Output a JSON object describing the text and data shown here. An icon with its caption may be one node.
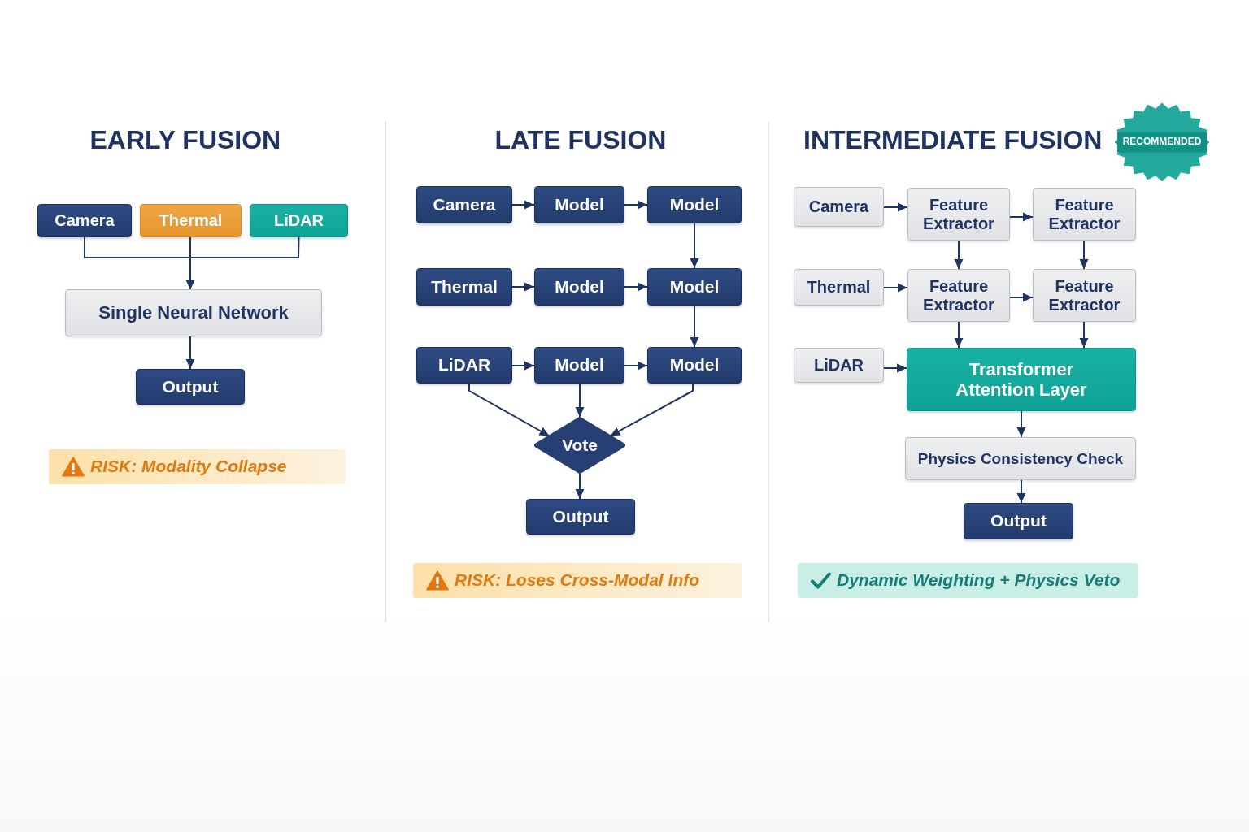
{
  "diagram": {
    "nodes": [
      {
        "text": [
          "Camera"
        ]
      },
      {
        "text": [
          "Thermal"
        ]
      },
      {
        "text": [
          "LiDAR"
        ]
      },
      {
        "text": [
          "Single Neural Network"
        ]
      },
      {
        "text": [
          "Output"
        ]
      },
      {
        "text": [
          "RISK: Modality Collapse"
        ]
      },
      {
        "text": [
          "Camera"
        ]
      },
      {
        "text": [
          "Model"
        ]
      },
      {
        "text": [
          "Model"
        ]
      },
      {
        "text": [
          "Thermal"
        ]
      },
      {
        "text": [
          "Model"
        ]
      },
      {
        "text": [
          "Model"
        ]
      },
      {
        "text": [
          "LiDAR"
        ]
      },
      {
        "text": [
          "Model"
        ]
      },
      {
        "text": [
          "Model"
        ]
      },
      {
        "text": [
          "Vote"
        ]
      },
      {
        "text": [
          "Output"
        ]
      },
      {
        "text": [
          "RISK: Loses Cross-Modal Info"
        ]
      },
      {
        "text": [
          "RECOMMENDED"
        ]
      },
      {
        "text": [
          "Camera"
        ]
      },
      {
        "text": [
          "Feature Extractor"
        ]
      },
      {
        "text": [
          "Feature Extractor"
        ]
      },
      {
        "text": [
          "Thermal"
        ]
      },
      {
        "text": [
          "Feature Extractor"
        ]
      },
      {
        "text": [
          "Feature Extractor"
        ]
      },
      {
        "text": [
          "LiDAR"
        ]
      },
      {
        "text": [
          "Transformer Attention Layer"
        ]
      },
      {
        "text": [
          "Physics Consistency Check"
        ]
      },
      {
        "text": [
          "Output"
        ]
      },
      {
        "text": [
          "Dynamic Weighting + Physics Veto"
        ]
      }
    ],
    "edges": [
      {
        "from": 0,
        "to": 3,
        "arrow": "to"
      },
      {
        "from": 1,
        "to": 3,
        "arrow": "to"
      },
      {
        "from": 2,
        "to": 3,
        "arrow": "to"
      },
      {
        "from": 3,
        "to": 4,
        "arrow": "to"
      },
      {
        "from": 6,
        "to": 7,
        "arrow": "to"
      },
      {
        "from": 7,
        "to": 8,
        "arrow": "to"
      },
      {
        "from": 8,
        "to": 11,
        "arrow": "to"
      },
      {
        "from": 9,
        "to": 10,
        "arrow": "to"
      },
      {
        "from": 10,
        "to": 11,
        "arrow": "to"
      },
      {
        "from": 11,
        "to": 14,
        "arrow": "to"
      },
      {
        "from": 12,
        "to": 13,
        "arrow": "to"
      },
      {
        "from": 13,
        "to": 14,
        "arrow": "to"
      },
      {
        "from": 12,
        "to": 15,
        "arrow": "to"
      },
      {
        "from": 13,
        "to": 15,
        "arrow": "to"
      },
      {
        "from": 14,
        "to": 15,
        "arrow": "to"
      },
      {
        "from": 15,
        "to": 16,
        "arrow": "to"
      },
      {
        "from": 19,
        "to": 20,
        "arrow": "to"
      },
      {
        "from": 20,
        "to": 21,
        "arrow": "to"
      },
      {
        "from": 20,
        "to": 23,
        "arrow": "to"
      },
      {
        "from": 21,
        "to": 24,
        "arrow": "to"
      },
      {
        "from": 22,
        "to": 23,
        "arrow": "to"
      },
      {
        "from": 23,
        "to": 24,
        "arrow": "to"
      },
      {
        "from": 23,
        "to": 26,
        "arrow": "to"
      },
      {
        "from": 24,
        "to": 26,
        "arrow": "to"
      },
      {
        "from": 25,
        "to": 26,
        "arrow": "to"
      },
      {
        "from": 26,
        "to": 27,
        "arrow": "to"
      },
      {
        "from": 27,
        "to": 28,
        "arrow": "to"
      }
    ],
    "labels": [
      "EARLY FUSION",
      "LATE FUSION",
      "INTERMEDIATE FUSION"
    ]
  }
}
